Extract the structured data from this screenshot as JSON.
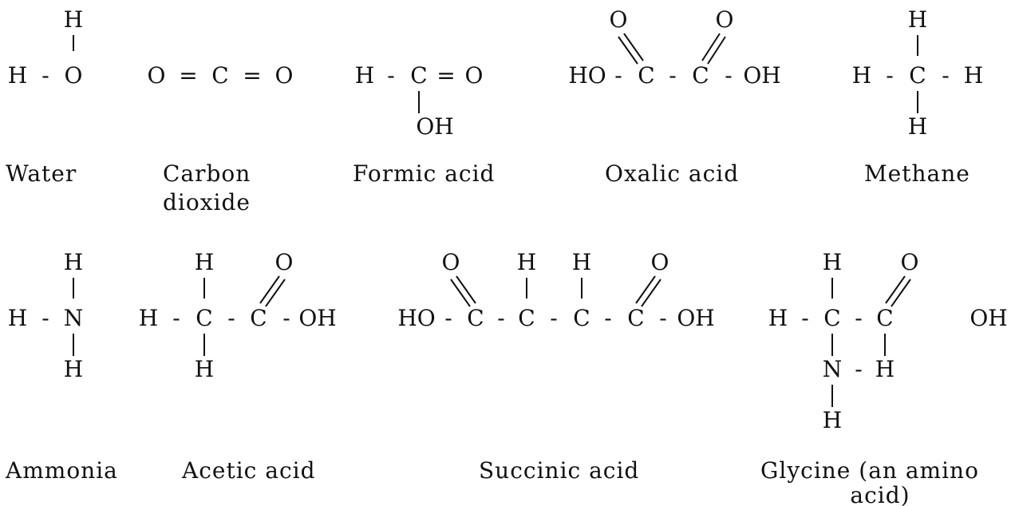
{
  "molecules": {
    "water": {
      "name_lines": [
        "Water"
      ],
      "atoms": [
        "H",
        "H",
        "O"
      ],
      "bond_marks": [
        "-"
      ]
    },
    "carbon_dioxide": {
      "name_lines": [
        "Carbon",
        "dioxide"
      ],
      "atoms": [
        "O",
        "C",
        "O"
      ],
      "bond_marks": [
        "=",
        "="
      ]
    },
    "formic_acid": {
      "name_lines": [
        "Formic acid"
      ],
      "atoms": [
        "H",
        "C",
        "O",
        "OH"
      ],
      "bond_marks": [
        "-",
        "="
      ]
    },
    "oxalic_acid": {
      "name_lines": [
        "Oxalic acid"
      ],
      "atoms": [
        "O",
        "O",
        "HO",
        "C",
        "C",
        "OH"
      ],
      "bond_marks": [
        "-",
        "-",
        "-"
      ]
    },
    "methane": {
      "name_lines": [
        "Methane"
      ],
      "atoms": [
        "H",
        "H",
        "C",
        "H",
        "H"
      ],
      "bond_marks": [
        "-",
        "-"
      ]
    },
    "ammonia": {
      "name_lines": [
        "Ammonia"
      ],
      "atoms": [
        "H",
        "H",
        "N",
        "H"
      ],
      "bond_marks": [
        "-"
      ]
    },
    "acetic_acid": {
      "name_lines": [
        "Acetic acid"
      ],
      "atoms": [
        "H",
        "O",
        "H",
        "C",
        "C",
        "OH",
        "H"
      ],
      "bond_marks": [
        "-",
        "-",
        "-"
      ]
    },
    "succinic_acid": {
      "name_lines": [
        "Succinic acid"
      ],
      "atoms": [
        "O",
        "H",
        "H",
        "O",
        "HO",
        "C",
        "C",
        "C",
        "C",
        "OH"
      ],
      "bond_marks": [
        "-",
        "-",
        "-",
        "-",
        "-"
      ]
    },
    "glycine": {
      "name_lines": [
        "Glycine (an amino",
        "acid)"
      ],
      "atoms": [
        "H",
        "O",
        "H",
        "C",
        "C",
        "OH",
        "N",
        "H",
        "H"
      ],
      "bond_marks": [
        "-",
        "-",
        "-"
      ]
    }
  }
}
